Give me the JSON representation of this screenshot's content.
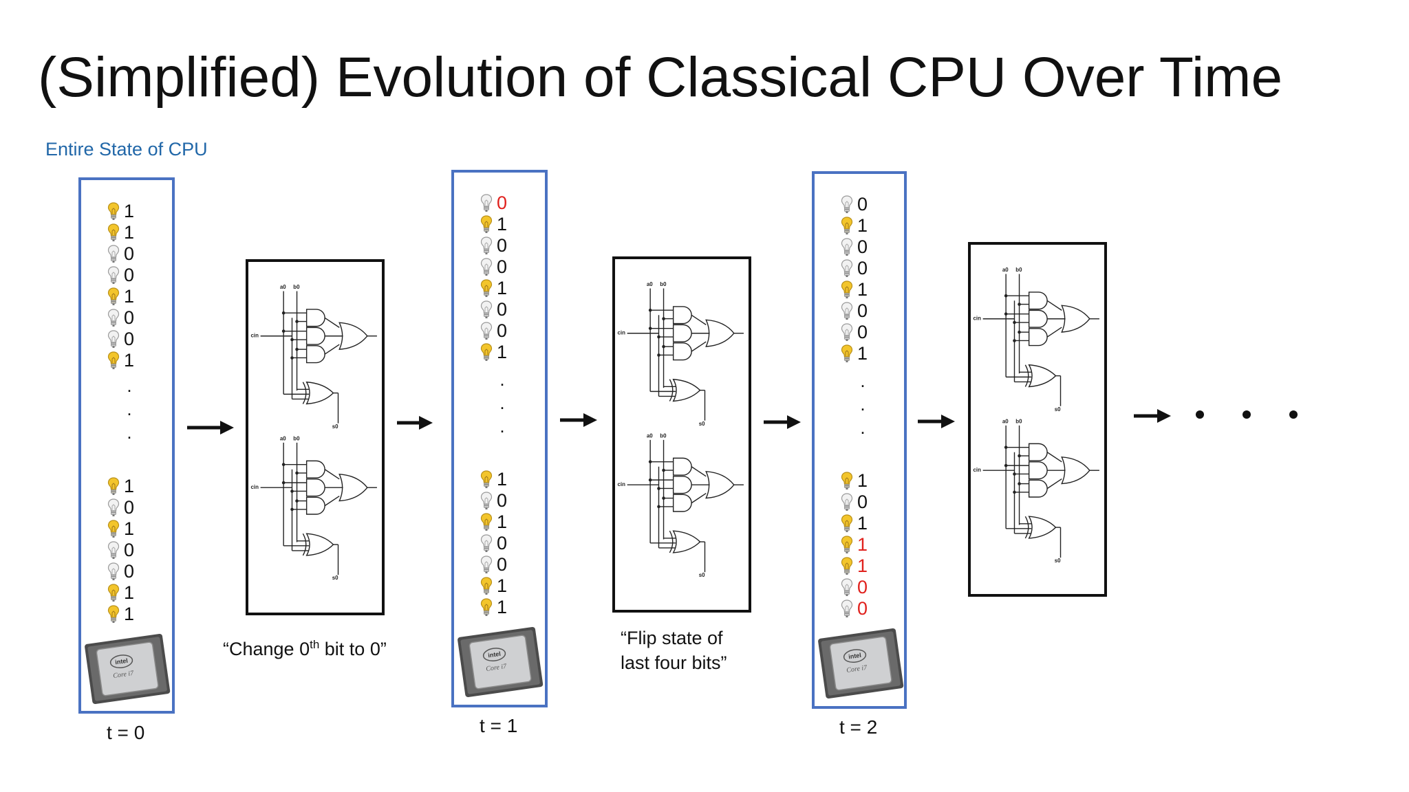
{
  "slide": {
    "title": "(Simplified) Evolution of Classical CPU Over Time",
    "subtitle": "Entire State of CPU"
  },
  "colors": {
    "box_border": "#4a72c2",
    "changed_bit": "#e0211d",
    "subtitle": "#2167a8",
    "bulb_on": "#f3c52b",
    "bulb_off": "#c8c8c8"
  },
  "states": [
    {
      "label": "t = 0",
      "top_bits": [
        {
          "v": "1",
          "on": true
        },
        {
          "v": "1",
          "on": true
        },
        {
          "v": "0",
          "on": false
        },
        {
          "v": "0",
          "on": false
        },
        {
          "v": "1",
          "on": true
        },
        {
          "v": "0",
          "on": false
        },
        {
          "v": "0",
          "on": false
        },
        {
          "v": "1",
          "on": true
        }
      ],
      "bottom_bits": [
        {
          "v": "1",
          "on": true
        },
        {
          "v": "0",
          "on": false
        },
        {
          "v": "1",
          "on": true
        },
        {
          "v": "0",
          "on": false
        },
        {
          "v": "0",
          "on": false
        },
        {
          "v": "1",
          "on": true
        },
        {
          "v": "1",
          "on": true
        }
      ]
    },
    {
      "label": "t = 1",
      "top_bits": [
        {
          "v": "0",
          "on": false,
          "changed": true
        },
        {
          "v": "1",
          "on": true
        },
        {
          "v": "0",
          "on": false
        },
        {
          "v": "0",
          "on": false
        },
        {
          "v": "1",
          "on": true
        },
        {
          "v": "0",
          "on": false
        },
        {
          "v": "0",
          "on": false
        },
        {
          "v": "1",
          "on": true
        }
      ],
      "bottom_bits": [
        {
          "v": "1",
          "on": true
        },
        {
          "v": "0",
          "on": false
        },
        {
          "v": "1",
          "on": true
        },
        {
          "v": "0",
          "on": false
        },
        {
          "v": "0",
          "on": false
        },
        {
          "v": "1",
          "on": true
        },
        {
          "v": "1",
          "on": true
        }
      ]
    },
    {
      "label": "t = 2",
      "top_bits": [
        {
          "v": "0",
          "on": false
        },
        {
          "v": "1",
          "on": true
        },
        {
          "v": "0",
          "on": false
        },
        {
          "v": "0",
          "on": false
        },
        {
          "v": "1",
          "on": true
        },
        {
          "v": "0",
          "on": false
        },
        {
          "v": "0",
          "on": false
        },
        {
          "v": "1",
          "on": true
        }
      ],
      "bottom_bits": [
        {
          "v": "1",
          "on": true
        },
        {
          "v": "0",
          "on": false
        },
        {
          "v": "1",
          "on": true
        },
        {
          "v": "1",
          "on": true,
          "changed": true
        },
        {
          "v": "1",
          "on": true,
          "changed": true
        },
        {
          "v": "0",
          "on": false,
          "changed": true
        },
        {
          "v": "0",
          "on": false,
          "changed": true
        }
      ]
    }
  ],
  "captions": {
    "step1_pre": "“Change 0",
    "step1_sup": "th",
    "step1_post": " bit to 0”",
    "step2_line1": "“Flip state of",
    "step2_line2": "last four bits”"
  },
  "circuit_labels": {
    "a": "a0",
    "b": "b0",
    "cin": "cin",
    "s": "s0"
  },
  "chip": {
    "brand": "intel",
    "model": "Core i7"
  }
}
